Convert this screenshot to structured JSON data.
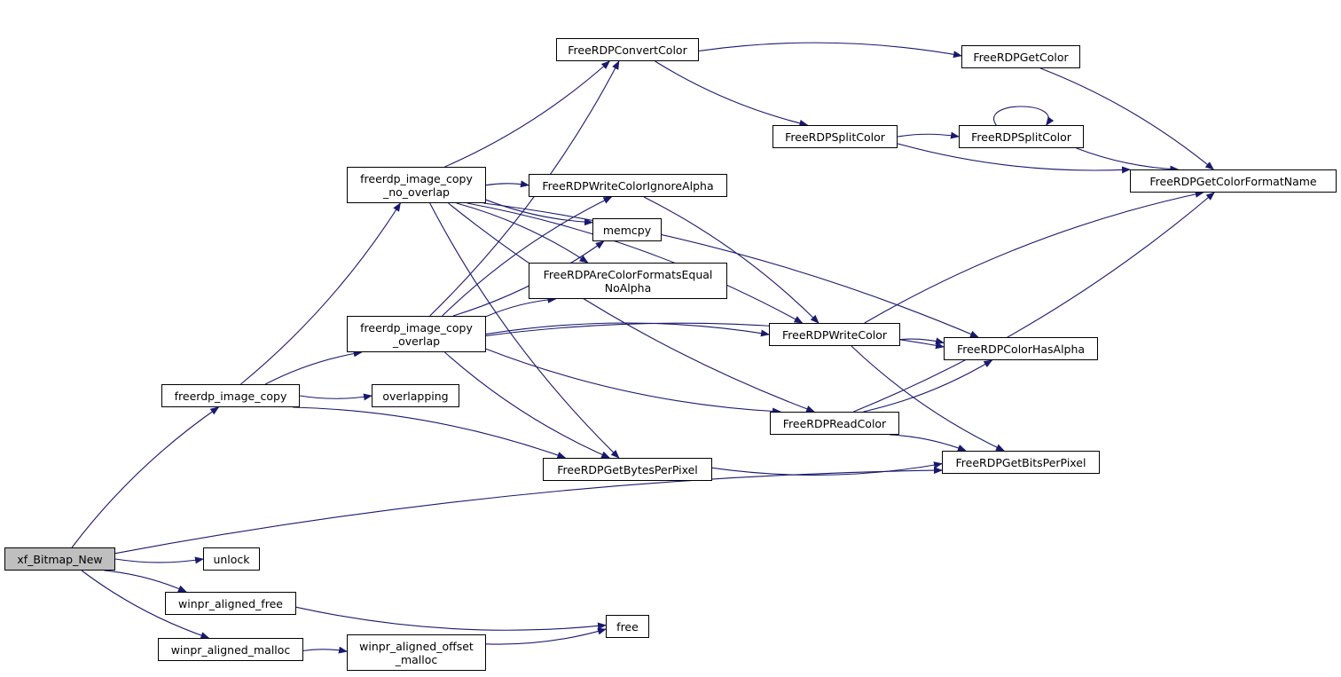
{
  "colors": {
    "edge": "#191970",
    "node_border": "#000000",
    "node_fill": "#ffffff",
    "root_fill": "#bfbfbf"
  },
  "nodes": [
    {
      "id": "xf_bitmap_new",
      "label": "xf_Bitmap_New",
      "root": true
    },
    {
      "id": "freerdp_image_copy",
      "label": "freerdp_image_copy"
    },
    {
      "id": "unlock",
      "label": "unlock"
    },
    {
      "id": "winpr_aligned_free",
      "label": "winpr_aligned_free"
    },
    {
      "id": "winpr_aligned_malloc",
      "label": "winpr_aligned_malloc"
    },
    {
      "id": "freerdp_image_copy_no_overlap",
      "label": "freerdp_image_copy\n_no_overlap"
    },
    {
      "id": "freerdp_image_copy_overlap",
      "label": "freerdp_image_copy\n_overlap"
    },
    {
      "id": "overlapping",
      "label": "overlapping"
    },
    {
      "id": "winpr_aligned_offset_malloc",
      "label": "winpr_aligned_offset\n_malloc"
    },
    {
      "id": "freerdpconvertcolor",
      "label": "FreeRDPConvertColor"
    },
    {
      "id": "freerdpwritecolorignorealpha",
      "label": "FreeRDPWriteColorIgnoreAlpha"
    },
    {
      "id": "memcpy",
      "label": "memcpy"
    },
    {
      "id": "freerdparecolorformatsequalnoalpha",
      "label": "FreeRDPAreColorFormatsEqual\nNoAlpha"
    },
    {
      "id": "freerdpgetbytesperpixel",
      "label": "FreeRDPGetBytesPerPixel"
    },
    {
      "id": "free",
      "label": "free"
    },
    {
      "id": "freerdpsplitcolor_a",
      "label": "FreeRDPSplitColor"
    },
    {
      "id": "freerdpwritecolor",
      "label": "FreeRDPWriteColor"
    },
    {
      "id": "freerdpreadcolor",
      "label": "FreeRDPReadColor"
    },
    {
      "id": "freerdpgetcolor",
      "label": "FreeRDPGetColor"
    },
    {
      "id": "freerdpsplitcolor_b",
      "label": "FreeRDPSplitColor"
    },
    {
      "id": "freerdpcolorhasalpha",
      "label": "FreeRDPColorHasAlpha"
    },
    {
      "id": "freerdpgetbitsperpixel",
      "label": "FreeRDPGetBitsPerPixel"
    },
    {
      "id": "freerdpgetcolorformatname",
      "label": "FreeRDPGetColorFormatName"
    }
  ],
  "edges": [
    {
      "from": "xf_bitmap_new",
      "to": "freerdp_image_copy"
    },
    {
      "from": "xf_bitmap_new",
      "to": "unlock"
    },
    {
      "from": "xf_bitmap_new",
      "to": "winpr_aligned_free"
    },
    {
      "from": "xf_bitmap_new",
      "to": "winpr_aligned_malloc"
    },
    {
      "from": "xf_bitmap_new",
      "to": "freerdpgetbitsperpixel"
    },
    {
      "from": "freerdp_image_copy",
      "to": "freerdp_image_copy_no_overlap"
    },
    {
      "from": "freerdp_image_copy",
      "to": "freerdp_image_copy_overlap"
    },
    {
      "from": "freerdp_image_copy",
      "to": "overlapping"
    },
    {
      "from": "freerdp_image_copy",
      "to": "freerdpgetbytesperpixel"
    },
    {
      "from": "freerdp_image_copy_no_overlap",
      "to": "freerdpconvertcolor"
    },
    {
      "from": "freerdp_image_copy_no_overlap",
      "to": "freerdpwritecolorignorealpha"
    },
    {
      "from": "freerdp_image_copy_no_overlap",
      "to": "memcpy"
    },
    {
      "from": "freerdp_image_copy_no_overlap",
      "to": "freerdparecolorformatsequalnoalpha"
    },
    {
      "from": "freerdp_image_copy_no_overlap",
      "to": "freerdpgetbytesperpixel"
    },
    {
      "from": "freerdp_image_copy_no_overlap",
      "to": "freerdpwritecolor"
    },
    {
      "from": "freerdp_image_copy_no_overlap",
      "to": "freerdpreadcolor"
    },
    {
      "from": "freerdp_image_copy_no_overlap",
      "to": "freerdpcolorhasalpha"
    },
    {
      "from": "freerdp_image_copy_overlap",
      "to": "freerdpconvertcolor"
    },
    {
      "from": "freerdp_image_copy_overlap",
      "to": "freerdpwritecolorignorealpha"
    },
    {
      "from": "freerdp_image_copy_overlap",
      "to": "memcpy"
    },
    {
      "from": "freerdp_image_copy_overlap",
      "to": "freerdparecolorformatsequalnoalpha"
    },
    {
      "from": "freerdp_image_copy_overlap",
      "to": "freerdpgetbytesperpixel"
    },
    {
      "from": "freerdp_image_copy_overlap",
      "to": "freerdpwritecolor"
    },
    {
      "from": "freerdp_image_copy_overlap",
      "to": "freerdpreadcolor"
    },
    {
      "from": "freerdp_image_copy_overlap",
      "to": "freerdpcolorhasalpha"
    },
    {
      "from": "winpr_aligned_free",
      "to": "free"
    },
    {
      "from": "winpr_aligned_malloc",
      "to": "winpr_aligned_offset_malloc"
    },
    {
      "from": "winpr_aligned_offset_malloc",
      "to": "free"
    },
    {
      "from": "freerdpconvertcolor",
      "to": "freerdpgetcolor"
    },
    {
      "from": "freerdpconvertcolor",
      "to": "freerdpsplitcolor_a"
    },
    {
      "from": "freerdpwritecolorignorealpha",
      "to": "freerdpwritecolor"
    },
    {
      "from": "freerdpgetbytesperpixel",
      "to": "freerdpgetbitsperpixel"
    },
    {
      "from": "freerdpsplitcolor_a",
      "to": "freerdpsplitcolor_b"
    },
    {
      "from": "freerdpsplitcolor_a",
      "to": "freerdpgetcolorformatname"
    },
    {
      "from": "freerdpsplitcolor_b",
      "to": "freerdpsplitcolor_b"
    },
    {
      "from": "freerdpsplitcolor_b",
      "to": "freerdpgetcolorformatname"
    },
    {
      "from": "freerdpwritecolor",
      "to": "freerdpcolorhasalpha"
    },
    {
      "from": "freerdpwritecolor",
      "to": "freerdpgetbitsperpixel"
    },
    {
      "from": "freerdpwritecolor",
      "to": "freerdpgetcolorformatname"
    },
    {
      "from": "freerdpreadcolor",
      "to": "freerdpcolorhasalpha"
    },
    {
      "from": "freerdpreadcolor",
      "to": "freerdpgetbitsperpixel"
    },
    {
      "from": "freerdpreadcolor",
      "to": "freerdpgetcolorformatname"
    },
    {
      "from": "freerdpgetcolor",
      "to": "freerdpgetcolorformatname"
    }
  ]
}
